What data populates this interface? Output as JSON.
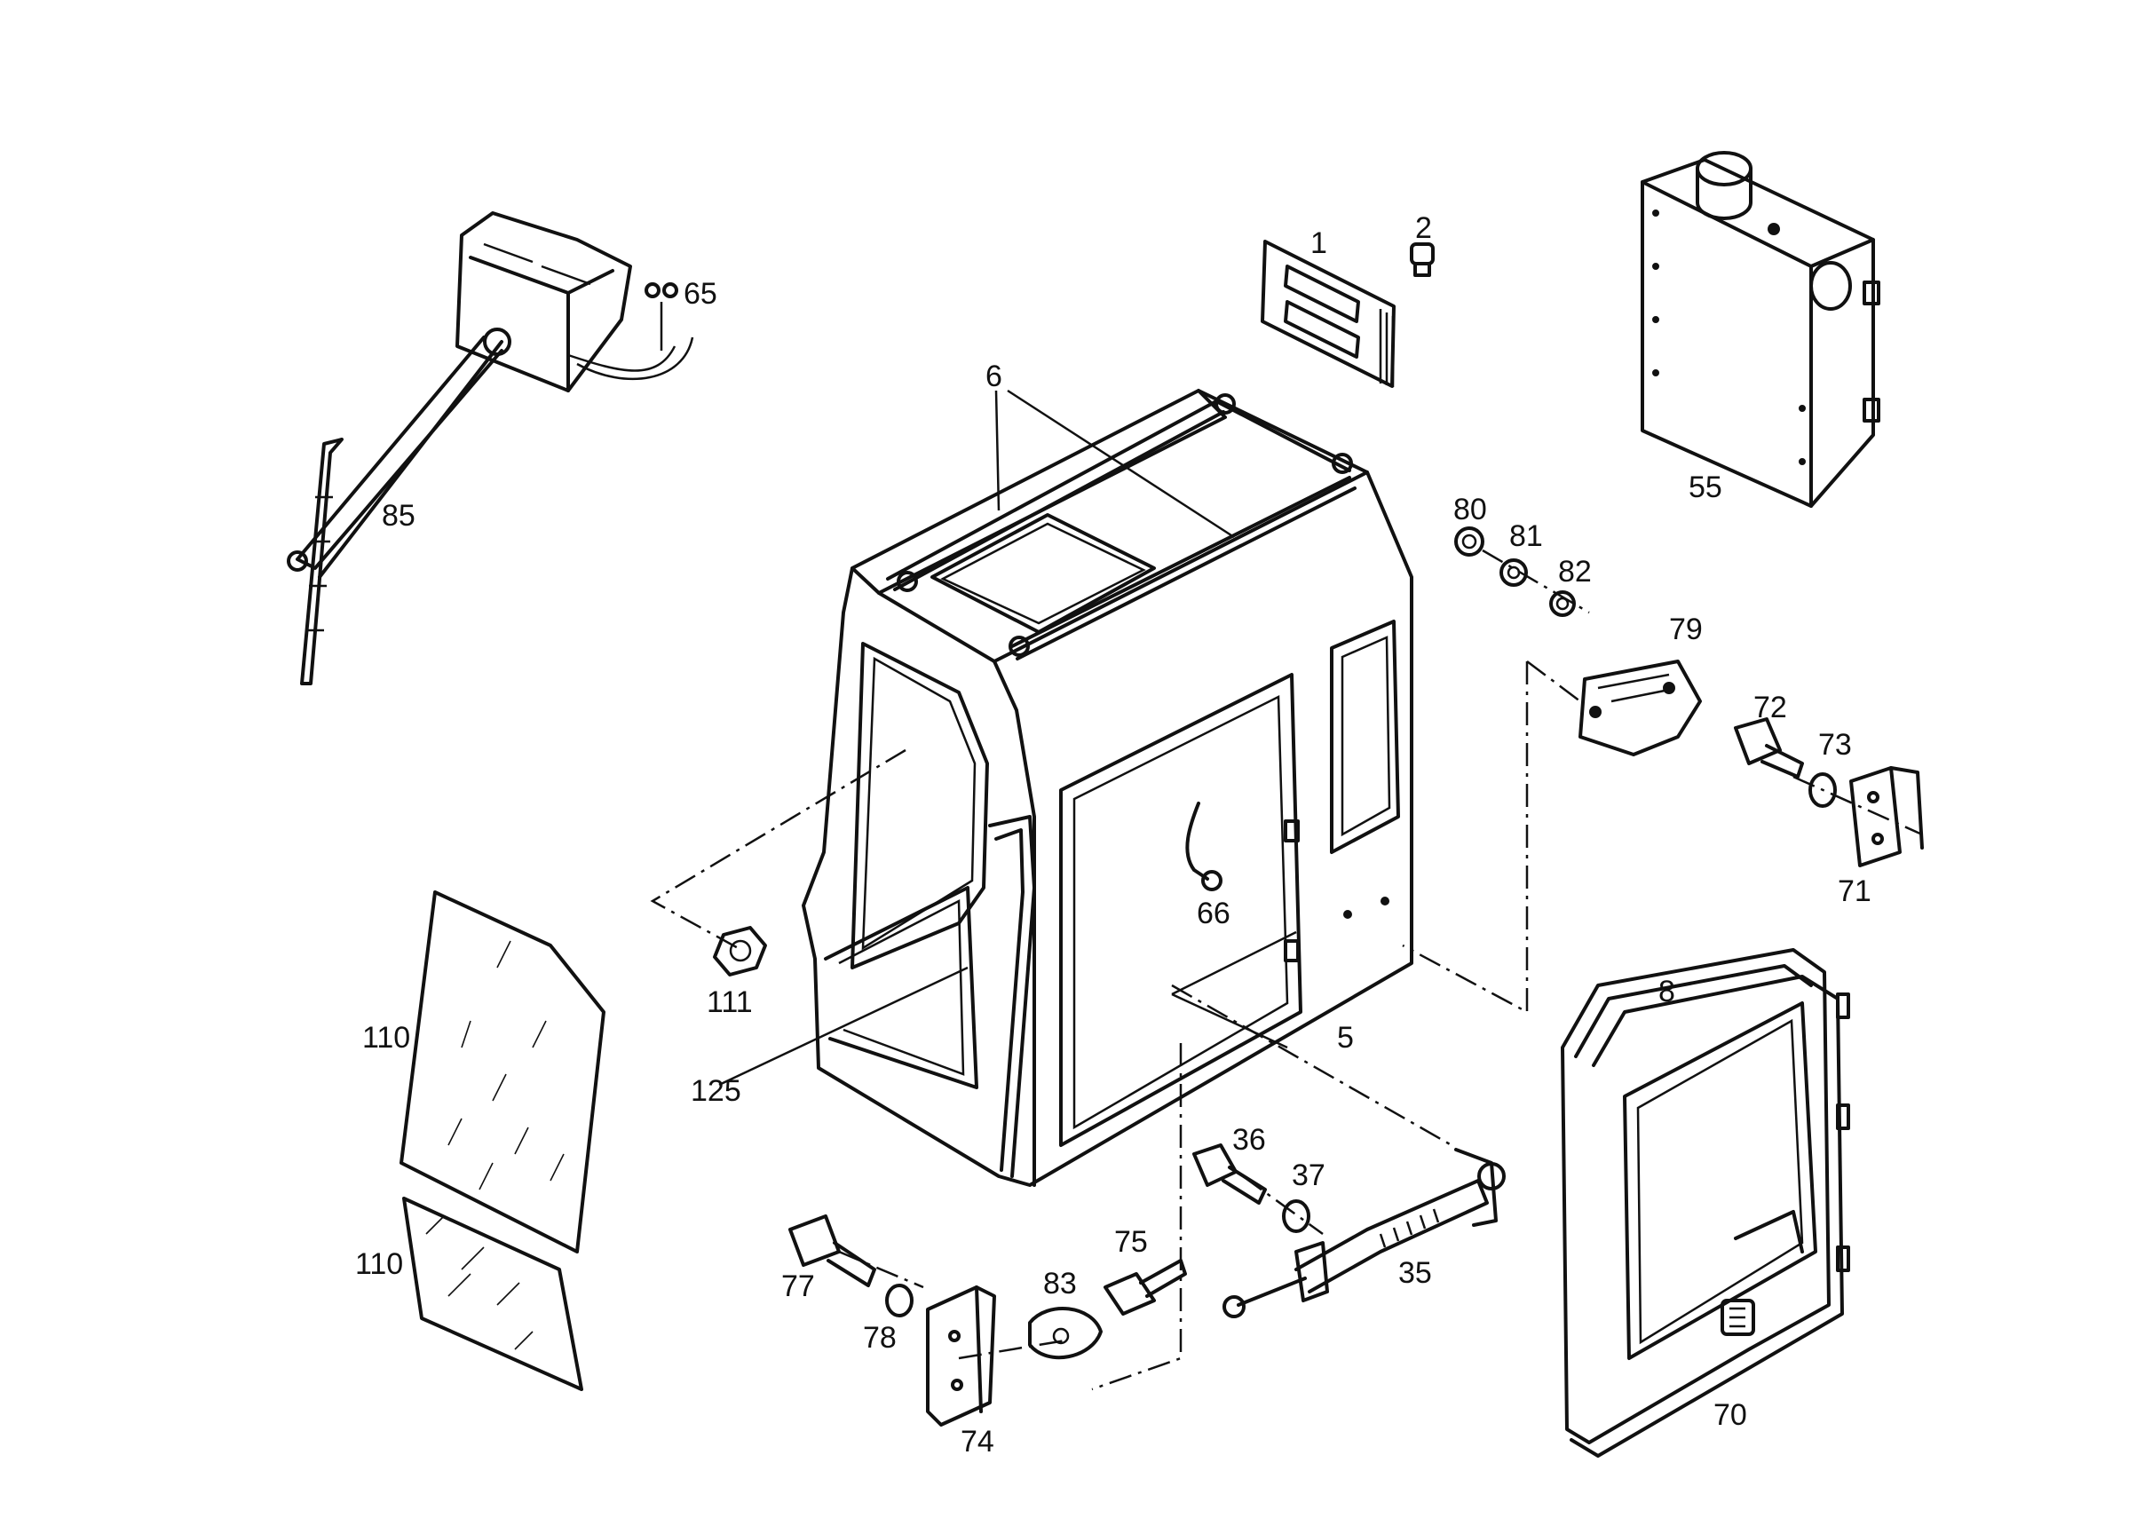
{
  "callouts": {
    "c1": "1",
    "c2": "2",
    "c5": "5",
    "c6": "6",
    "c8": "8",
    "c35": "35",
    "c36": "36",
    "c37": "37",
    "c55": "55",
    "c65": "65",
    "c66": "66",
    "c70": "70",
    "c71": "71",
    "c72": "72",
    "c73": "73",
    "c74": "74",
    "c75": "75",
    "c77": "77",
    "c78": "78",
    "c79": "79",
    "c80": "80",
    "c81": "81",
    "c82": "82",
    "c83": "83",
    "c85": "85",
    "c110a": "110",
    "c110b": "110",
    "c111": "111",
    "c125": "125"
  }
}
